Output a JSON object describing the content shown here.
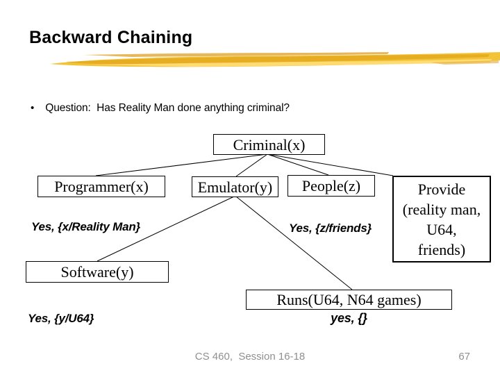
{
  "slide": {
    "title": "Backward Chaining",
    "bullet": {
      "glyph": "•",
      "text": "Question:  Has Reality Man done anything criminal?"
    },
    "footer": {
      "course": "CS 460,  Session 16-18",
      "page_number": "67"
    },
    "colors": {
      "text": "#000000",
      "footer_text": "#8f8f8f",
      "brush_gold": "#F3C337",
      "brush_gold_dark": "#DD9A12",
      "brush_gold_light": "#FFDF7E",
      "box_border": "#000000"
    }
  },
  "diagram": {
    "nodes": {
      "criminal": "Criminal(x)",
      "programmer": "Programmer(x)",
      "emulator": "Emulator(y)",
      "people": "People(z)",
      "provide_lines": [
        "Provide",
        "(reality man,",
        "U64,",
        "friends)"
      ],
      "software": "Software(y)",
      "runs": "Runs(U64, N64 games)"
    },
    "annotations": {
      "programmer_result": "Yes, {x/Reality Man}",
      "people_result": "Yes, {z/friends}",
      "software_result": "Yes, {y/U64}",
      "runs_result": "yes, {}"
    }
  }
}
